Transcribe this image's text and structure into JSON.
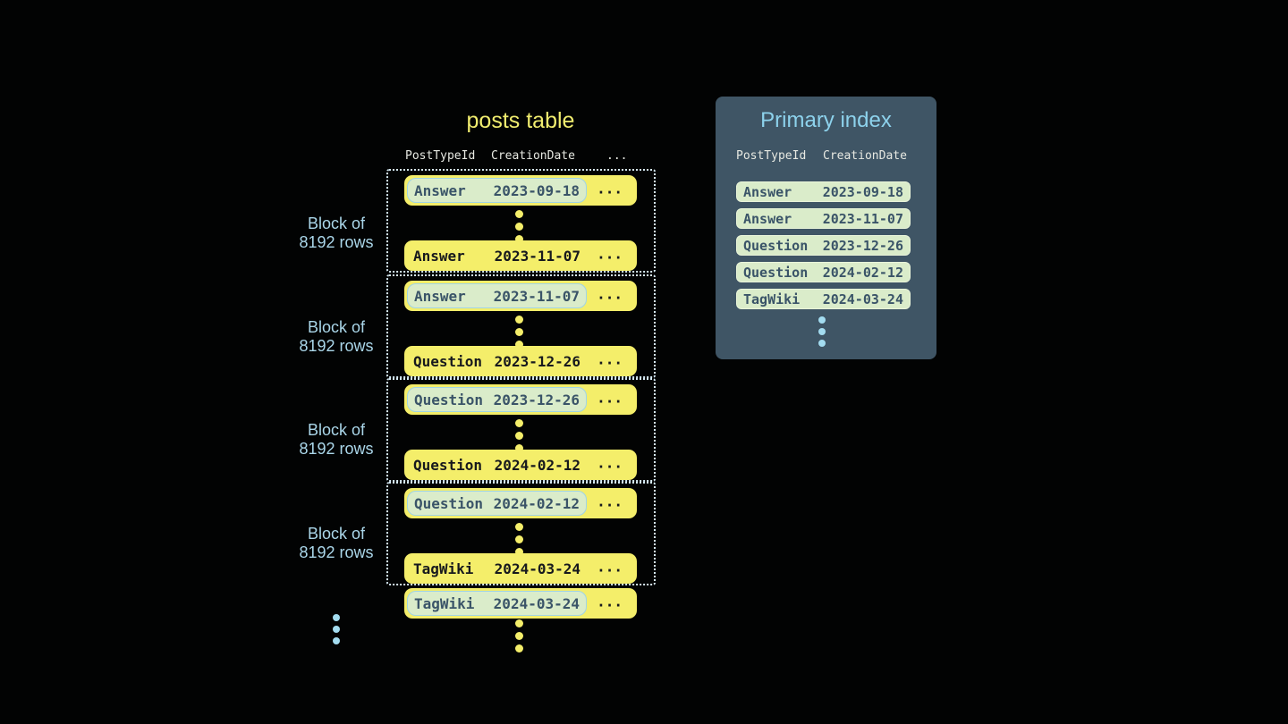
{
  "posts_table": {
    "title": "posts table",
    "headers": {
      "post_type_id": "PostTypeId",
      "creation_date": "CreationDate",
      "more": "..."
    },
    "row_more": "...",
    "block_label": {
      "line1": "Block of",
      "line2": "8192 rows"
    },
    "blocks": [
      {
        "first": {
          "type": "Answer",
          "date": "2023-09-18"
        },
        "last": {
          "type": "Answer",
          "date": "2023-11-07"
        }
      },
      {
        "first": {
          "type": "Answer",
          "date": "2023-11-07"
        },
        "last": {
          "type": "Question",
          "date": "2023-12-26"
        }
      },
      {
        "first": {
          "type": "Question",
          "date": "2023-12-26"
        },
        "last": {
          "type": "Question",
          "date": "2024-02-12"
        }
      },
      {
        "first": {
          "type": "Question",
          "date": "2024-02-12"
        },
        "last": {
          "type": "TagWiki",
          "date": "2024-03-24"
        }
      }
    ],
    "tail_row": {
      "type": "TagWiki",
      "date": "2024-03-24"
    }
  },
  "primary_index": {
    "title": "Primary index",
    "headers": {
      "post_type_id": "PostTypeId",
      "creation_date": "CreationDate"
    },
    "rows": [
      {
        "type": "Answer",
        "date": "2023-09-18"
      },
      {
        "type": "Answer",
        "date": "2023-11-07"
      },
      {
        "type": "Question",
        "date": "2023-12-26"
      },
      {
        "type": "Question",
        "date": "2024-02-12"
      },
      {
        "type": "TagWiki",
        "date": "2024-03-24"
      }
    ]
  },
  "colors": {
    "background": "#020303",
    "row_yellow": "#f4ee6a",
    "title_yellow": "#f1ed6f",
    "mint_highlight": "#daecca",
    "highlight_border": "#a0d4e6",
    "panel_background": "#3f5565",
    "panel_title_blue": "#8dd2ec",
    "block_label_blue": "#aad6e9",
    "header_text": "#e7e9e2",
    "dark_text": "#17191d",
    "slate_text": "#3a5468",
    "dotted_border": "#d7ebf5",
    "blue_dots": "#a3dcf0"
  }
}
